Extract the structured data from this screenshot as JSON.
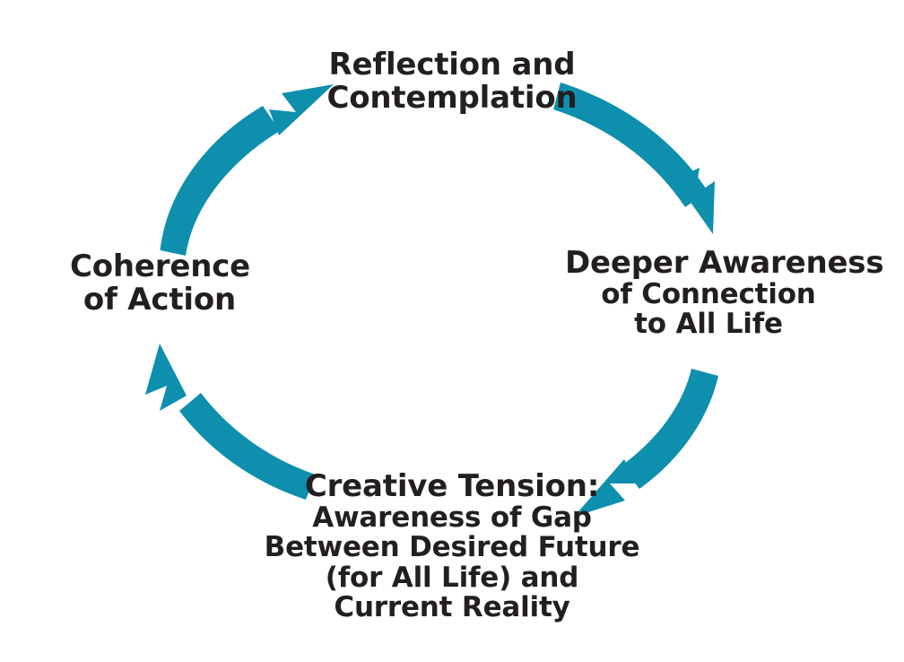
{
  "diagram": {
    "type": "cycle",
    "title_visible": false,
    "background_color": "#FFFFFF",
    "accent_color": "#0E8FAD",
    "text_color": "#231F20",
    "direction": "clockwise",
    "node_count": 4,
    "nodes": [
      {
        "id": "reflection",
        "position": "top",
        "lines": [
          {
            "text": "Reflection and",
            "emphasis": "head"
          },
          {
            "text": "Contemplation",
            "emphasis": "head"
          }
        ]
      },
      {
        "id": "awareness",
        "position": "right",
        "lines": [
          {
            "text": "Deeper Awareness",
            "emphasis": "head"
          },
          {
            "text": "of Connection",
            "emphasis": "sub"
          },
          {
            "text": "to All Life",
            "emphasis": "sub"
          }
        ]
      },
      {
        "id": "tension",
        "position": "bottom",
        "lines": [
          {
            "text": "Creative Tension:",
            "emphasis": "head"
          },
          {
            "text": "Awareness of Gap",
            "emphasis": "sub"
          },
          {
            "text": "Between Desired Future",
            "emphasis": "sub"
          },
          {
            "text": "(for All Life) and",
            "emphasis": "sub"
          },
          {
            "text": "Current Reality",
            "emphasis": "sub"
          }
        ]
      },
      {
        "id": "coherence",
        "position": "left",
        "lines": [
          {
            "text": "Coherence",
            "emphasis": "head"
          },
          {
            "text": "of Action",
            "emphasis": "head"
          }
        ]
      }
    ],
    "arrows": [
      {
        "id": "reflection-to-awareness",
        "from": "reflection",
        "to": "awareness",
        "icon": "curved-arrow-icon",
        "color": "#0E8FAD"
      },
      {
        "id": "awareness-to-tension",
        "from": "awareness",
        "to": "tension",
        "icon": "curved-arrow-icon",
        "color": "#0E8FAD"
      },
      {
        "id": "tension-to-coherence",
        "from": "tension",
        "to": "coherence",
        "icon": "curved-arrow-icon",
        "color": "#0E8FAD"
      },
      {
        "id": "coherence-to-reflection",
        "from": "coherence",
        "to": "reflection",
        "icon": "curved-arrow-icon",
        "color": "#0E8FAD"
      }
    ]
  }
}
